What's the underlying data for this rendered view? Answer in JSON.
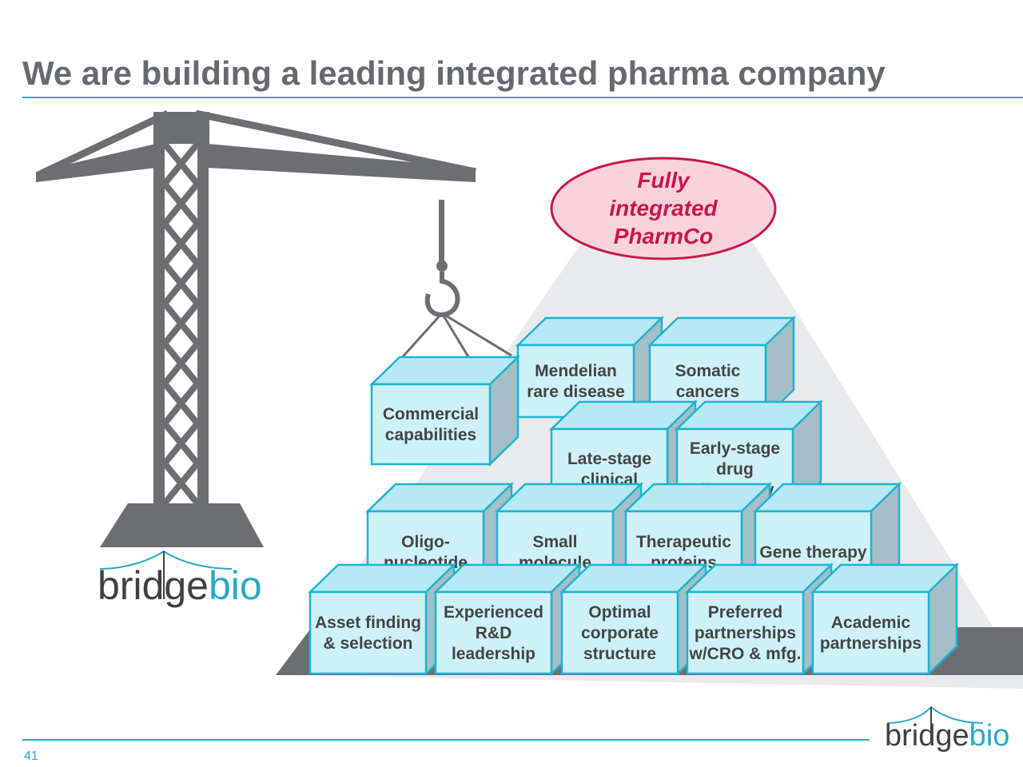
{
  "slide": {
    "title": "We are building a leading integrated pharma company",
    "page_number": "41"
  },
  "callout": {
    "lines": [
      "Fully",
      "integrated",
      "PharmCo"
    ]
  },
  "hanging_block": {
    "lines": [
      "Commercial",
      "capabilities"
    ]
  },
  "pyramid": {
    "top_row": [
      {
        "lines": [
          "Mendelian",
          "rare disease"
        ]
      },
      {
        "lines": [
          "Somatic",
          "cancers"
        ]
      }
    ],
    "upper_middle_row": [
      {
        "lines": [
          "Late-stage",
          "clinical"
        ]
      },
      {
        "lines": [
          "Early-stage",
          "drug",
          "discovery"
        ]
      }
    ],
    "middle_row": [
      {
        "lines": [
          "Oligo-",
          "nucleotide"
        ]
      },
      {
        "lines": [
          "Small",
          "molecule"
        ]
      },
      {
        "lines": [
          "Therapeutic",
          "proteins"
        ]
      },
      {
        "lines": [
          "Gene therapy"
        ]
      }
    ],
    "bottom_row": [
      {
        "lines": [
          "Asset finding",
          "& selection"
        ]
      },
      {
        "lines": [
          "Experienced",
          "R&D",
          "leadership"
        ]
      },
      {
        "lines": [
          "Optimal",
          "corporate",
          "structure"
        ]
      },
      {
        "lines": [
          "Preferred",
          "partnerships",
          "w/CRO & mfg."
        ]
      },
      {
        "lines": [
          "Academic",
          "partnerships"
        ]
      }
    ]
  },
  "logo": {
    "word_dark": "bridge",
    "word_accent": "bio"
  },
  "colors": {
    "accent": "#29a9c7",
    "title": "#666a70",
    "crane": "#6d6e71",
    "block_face": "#cef1f9",
    "block_top": "#b6e9f5",
    "block_side": "#a4bfc7",
    "block_border": "#1fb3cf",
    "callout_fill": "#f8d3dd",
    "callout_stroke": "#c8174a"
  }
}
